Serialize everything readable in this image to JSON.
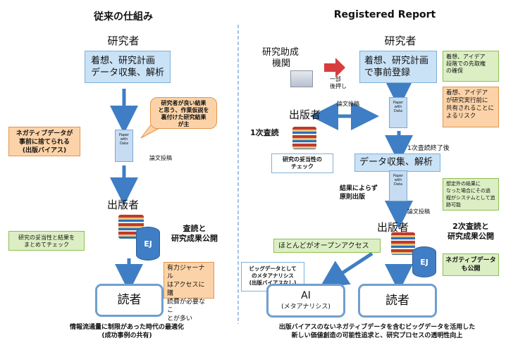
{
  "left": {
    "title": "従来の仕組み",
    "researcher": "研究者",
    "research_box_lines": [
      "着想、研究計画",
      "データ収集、解析"
    ],
    "callout": [
      "研究者が良い結果",
      "と思う、作業仮説を",
      "裏付けた研究結果",
      "が主"
    ],
    "negative_box": [
      "ネガティブデータが",
      "事前に捨てられる",
      "(出版バイアス)"
    ],
    "paper_label": [
      "Paper",
      "with",
      "Data"
    ],
    "submission": "論文投稿",
    "publisher": "出版者",
    "validity_box": [
      "研究の妥当性と結果を",
      "まとめてチェック"
    ],
    "peer_review": [
      "査読と",
      "研究成果公開"
    ],
    "ej": "EJ",
    "journal_note": [
      "有力ジャーナル",
      "はアクセスに購",
      "読費が必要なこ",
      "とが多い"
    ],
    "reader": "読者",
    "footer": [
      "情報流通量に制限があった時代の最適化",
      "(成功事例の共有)"
    ]
  },
  "right": {
    "title": "Registered Report",
    "researcher": "研究者",
    "funding": [
      "研究助成",
      "機関"
    ],
    "partial_support": [
      "一部",
      "後押し"
    ],
    "preregistration_box": [
      "着想、研究計画",
      "で事前登録"
    ],
    "green_top": [
      "着想、アイデア",
      "段階での先取権",
      "の確保"
    ],
    "orange_risk": [
      "着想、アイデア",
      "が研究実行前に",
      "共有されることに",
      "よるリスク"
    ],
    "submission1": "論文投稿",
    "publisher1": "出版者",
    "first_review": "1次査読",
    "validity_check": [
      "研究の妥当性の",
      "チェック"
    ],
    "first_review_done": "1次査読終了後",
    "data_box": "データ収集、解析",
    "green_unexpected": [
      "想定外の結果に",
      "なった場合にその過",
      "程がシステムとして追",
      "跡可能"
    ],
    "no_result_pub": [
      "結果によらず",
      "原則出版"
    ],
    "submission2": "論文投稿",
    "publisher2": "出版者",
    "second_review": [
      "2次査読と",
      "研究成果公開"
    ],
    "open_access": "ほとんどがオープンアクセス",
    "negative_public": [
      "ネガティブデータ",
      "も公開"
    ],
    "bigdata_box": [
      "ビッグデータとして",
      "のメタアナリシス",
      "(出版バイアスなし)"
    ],
    "ai_box": [
      "AI",
      "(メタアナリシス)"
    ],
    "ej": "EJ",
    "reader": "読者",
    "paper_label": [
      "Paper",
      "with",
      "Data"
    ],
    "footer": [
      "出版バイアスのないネガティブデータを含むビッグデータを活用した",
      "新しい価値創造の可能性追求と、研究プロセスの透明性向上"
    ]
  },
  "colors": {
    "arrow_blue": "#3f7ec4",
    "divider": "#6a9bd1",
    "funding_arrow": "#d83d3d",
    "blue_box": "#c9e2f6",
    "orange_box": "#fcd3a8",
    "green_box": "#dcefc4"
  }
}
